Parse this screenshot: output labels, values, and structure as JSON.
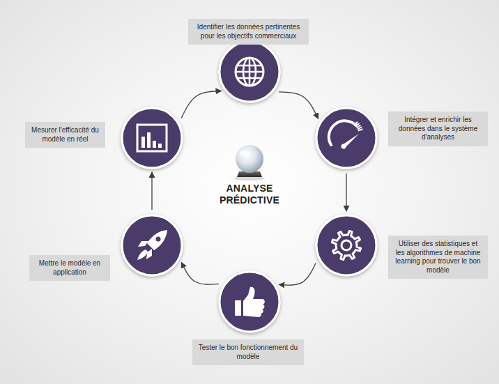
{
  "diagram": {
    "nodes": [
      {
        "text": [
          "Identifier les données pertinentes pour les objectifs commerciaux"
        ]
      },
      {
        "text": [
          "Intégrer et enrichir les données dans le système d'analyses"
        ]
      },
      {
        "text": [
          "Utiliser des statistiques et les algorithmes de machine learning pour trouver le bon modèle"
        ]
      },
      {
        "text": [
          "Tester le bon fonctionnement du modèle"
        ]
      },
      {
        "text": [
          "Mettre le modèle en application"
        ]
      },
      {
        "text": [
          "Mesurer l'efficacité du modèle en réel"
        ]
      }
    ],
    "edges": [
      {
        "from": 0,
        "to": 1,
        "arrow": "to"
      },
      {
        "from": 1,
        "to": 2,
        "arrow": "to"
      },
      {
        "from": 2,
        "to": 3,
        "arrow": "to"
      },
      {
        "from": 3,
        "to": 4,
        "arrow": "to"
      },
      {
        "from": 4,
        "to": 5,
        "arrow": "to"
      },
      {
        "from": 5,
        "to": 0,
        "arrow": "to"
      }
    ],
    "labels": [
      "ANALYSE PRÉDICTIVE"
    ]
  }
}
